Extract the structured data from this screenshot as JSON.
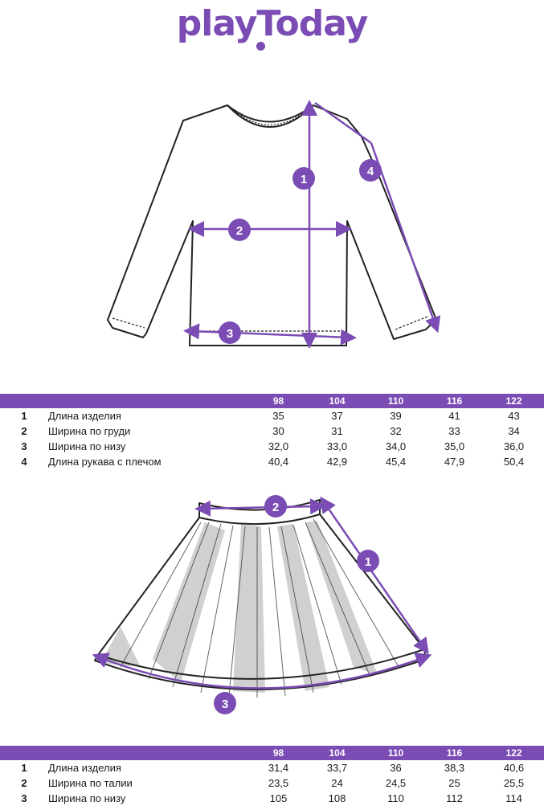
{
  "brand": {
    "logo_text": "playToday",
    "color": "#7a4cb4"
  },
  "top_table": {
    "headers": [
      "",
      "",
      "98",
      "104",
      "110",
      "116",
      "122"
    ],
    "rows": [
      {
        "num": "1",
        "name": "Длина изделия",
        "values": [
          "35",
          "37",
          "39",
          "41",
          "43"
        ]
      },
      {
        "num": "2",
        "name": "Ширина по груди",
        "values": [
          "30",
          "31",
          "32",
          "33",
          "34"
        ]
      },
      {
        "num": "3",
        "name": "Ширина по низу",
        "values": [
          "32,0",
          "33,0",
          "34,0",
          "35,0",
          "36,0"
        ]
      },
      {
        "num": "4",
        "name": "Длина рукава с плечом",
        "values": [
          "40,4",
          "42,9",
          "45,4",
          "47,9",
          "50,4"
        ]
      }
    ]
  },
  "bottom_table": {
    "headers": [
      "",
      "",
      "98",
      "104",
      "110",
      "116",
      "122"
    ],
    "rows": [
      {
        "num": "1",
        "name": "Длина изделия",
        "values": [
          "31,4",
          "33,7",
          "36",
          "38,3",
          "40,6"
        ]
      },
      {
        "num": "2",
        "name": "Ширина по талии",
        "values": [
          "23,5",
          "24",
          "24,5",
          "25",
          "25,5"
        ]
      },
      {
        "num": "3",
        "name": "Ширина по низу",
        "values": [
          "105",
          "108",
          "110",
          "112",
          "114"
        ]
      }
    ]
  },
  "shirt_badges": [
    "1",
    "2",
    "3",
    "4"
  ],
  "skirt_badges": [
    "1",
    "2",
    "3"
  ]
}
